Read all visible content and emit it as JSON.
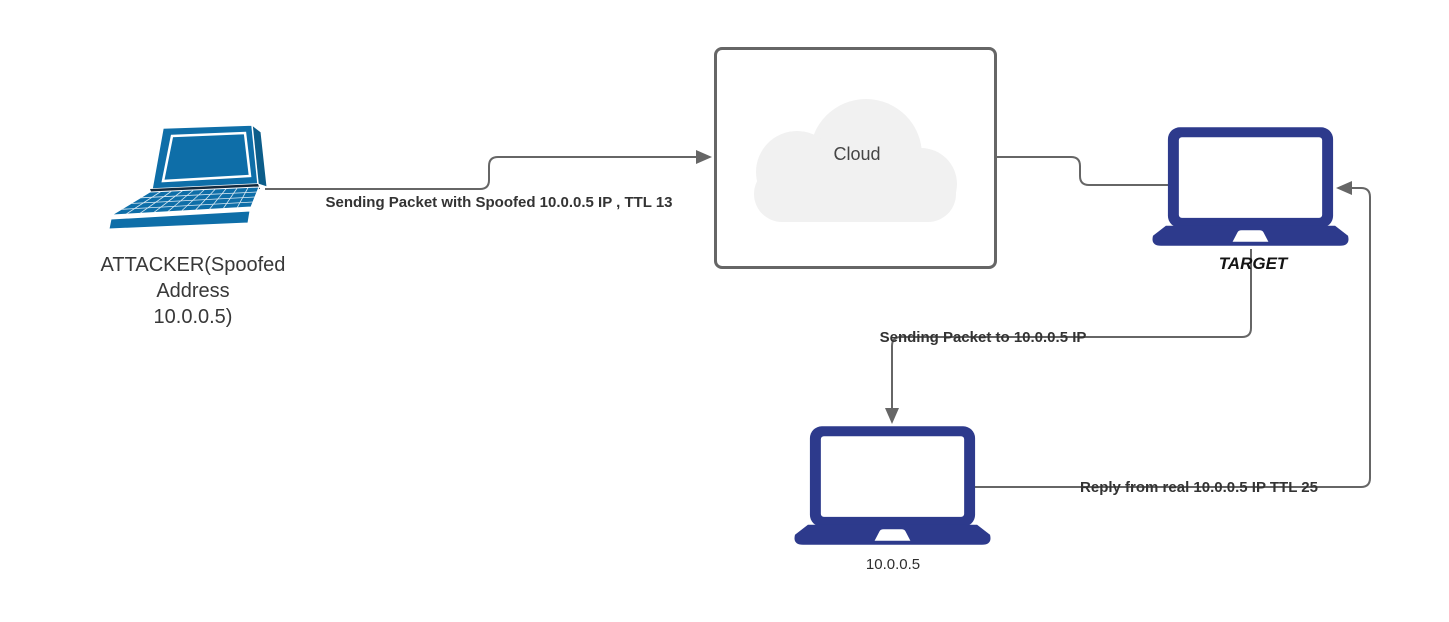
{
  "diagram": {
    "nodes": {
      "attacker": {
        "label": "ATTACKER(Spoofed\nAddress\n10.0.0.5)",
        "icon": "laptop-perspective-icon"
      },
      "cloud": {
        "label": "Cloud",
        "icon": "cloud-icon"
      },
      "target": {
        "label": "TARGET",
        "icon": "laptop-icon"
      },
      "real_host": {
        "label": "10.0.0.5",
        "icon": "laptop-icon"
      }
    },
    "edges": [
      {
        "id": "attacker-to-cloud",
        "from": "attacker",
        "to": "cloud",
        "label": "Sending Packet with Spoofed 10.0.0.5 IP , TTL 13",
        "arrowhead": true
      },
      {
        "id": "cloud-to-target",
        "from": "cloud",
        "to": "target",
        "label": "",
        "arrowhead": false
      },
      {
        "id": "target-to-real-host",
        "from": "target",
        "to": "real_host",
        "label": "Sending Packet to 10.0.0.5 IP",
        "arrowhead": true
      },
      {
        "id": "real-host-to-target",
        "from": "real_host",
        "to": "target",
        "label": "Reply from real 10.0.0.5 IP TTL 25",
        "arrowhead": true
      }
    ],
    "colors": {
      "attacker_laptop": "#0e6ea8",
      "attacker_laptop_dark": "#0c5d8a",
      "navy_laptop": "#2d3a8c",
      "connector_line": "#666666",
      "cloud_fill": "#f1f1f1",
      "cloud_box_border": "#666666",
      "label_text": "#333333",
      "background": "#ffffff"
    }
  }
}
